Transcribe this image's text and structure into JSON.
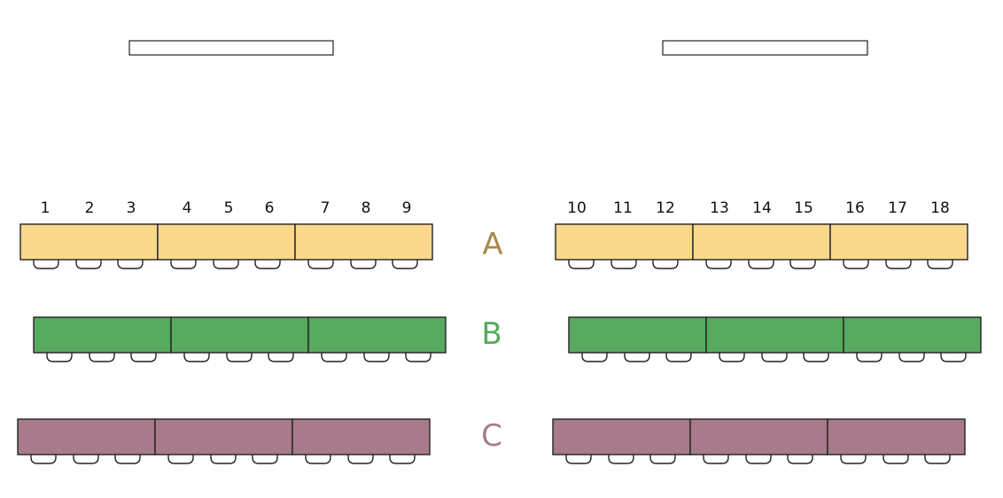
{
  "screens": [
    {
      "id": "screen-left"
    },
    {
      "id": "screen-right"
    }
  ],
  "rows": [
    {
      "label": "A",
      "color": "#fbd98c",
      "label_color": "#a88a4c"
    },
    {
      "label": "B",
      "color": "#57aa5f",
      "label_color": "#57aa5f"
    },
    {
      "label": "C",
      "color": "#a77b8c",
      "label_color": "#a77b8c"
    }
  ],
  "seat_numbers": {
    "left": [
      "1",
      "2",
      "3",
      "4",
      "5",
      "6",
      "7",
      "8",
      "9"
    ],
    "right": [
      "10",
      "11",
      "12",
      "13",
      "14",
      "15",
      "16",
      "17",
      "18"
    ]
  },
  "colors": {
    "stroke": "#222222",
    "background": "#ffffff"
  },
  "icons": {
    "chair": "chair-icon",
    "table": "table-rect",
    "screen": "screen-rect"
  }
}
